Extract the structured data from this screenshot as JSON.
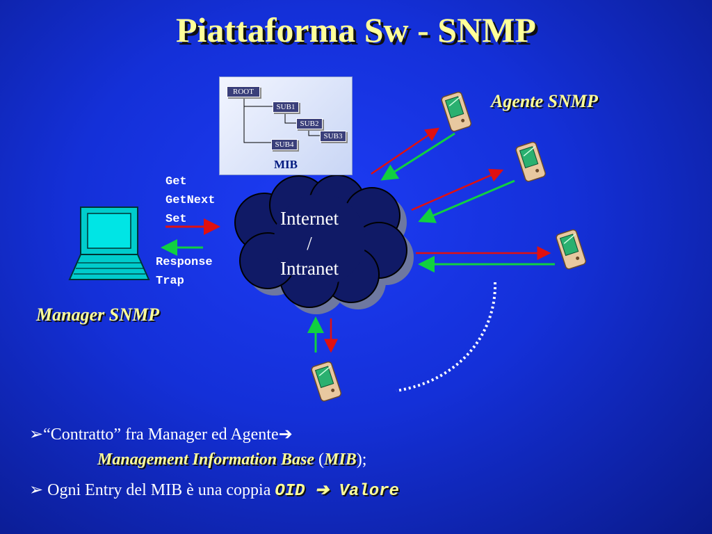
{
  "title": "Piattaforma Sw - SNMP",
  "mib": {
    "label": "MIB",
    "nodes": [
      "ROOT",
      "SUB1",
      "SUB2",
      "SUB3",
      "SUB4"
    ]
  },
  "requests": [
    "Get",
    "GetNext",
    "Set"
  ],
  "responses": [
    "Response",
    "Trap"
  ],
  "cloud": [
    "Internet",
    "/",
    "Intranet"
  ],
  "manager_label": "Manager SNMP",
  "agent_label": "Agente SNMP",
  "bullets": {
    "b1_marker": "➢",
    "b1_text": "“Contratto” fra Manager ed Agente",
    "b1_arrow": "➔",
    "b1_term": "Management Information Base",
    "b1_open": " (",
    "b1_abbr": "MIB",
    "b1_close": ");",
    "b2_marker": "➢",
    "b2_text": " Ogni Entry del MIB è una coppia ",
    "b2_oid": "OID ",
    "b2_arrow": "➔",
    "b2_value": " Valore"
  },
  "colors": {
    "background": "#1430d8",
    "title": "#ffff99",
    "request_arrow": "#e01010",
    "response_arrow": "#10d040",
    "cloud": "#101a66",
    "laptop": "#00cccc"
  }
}
